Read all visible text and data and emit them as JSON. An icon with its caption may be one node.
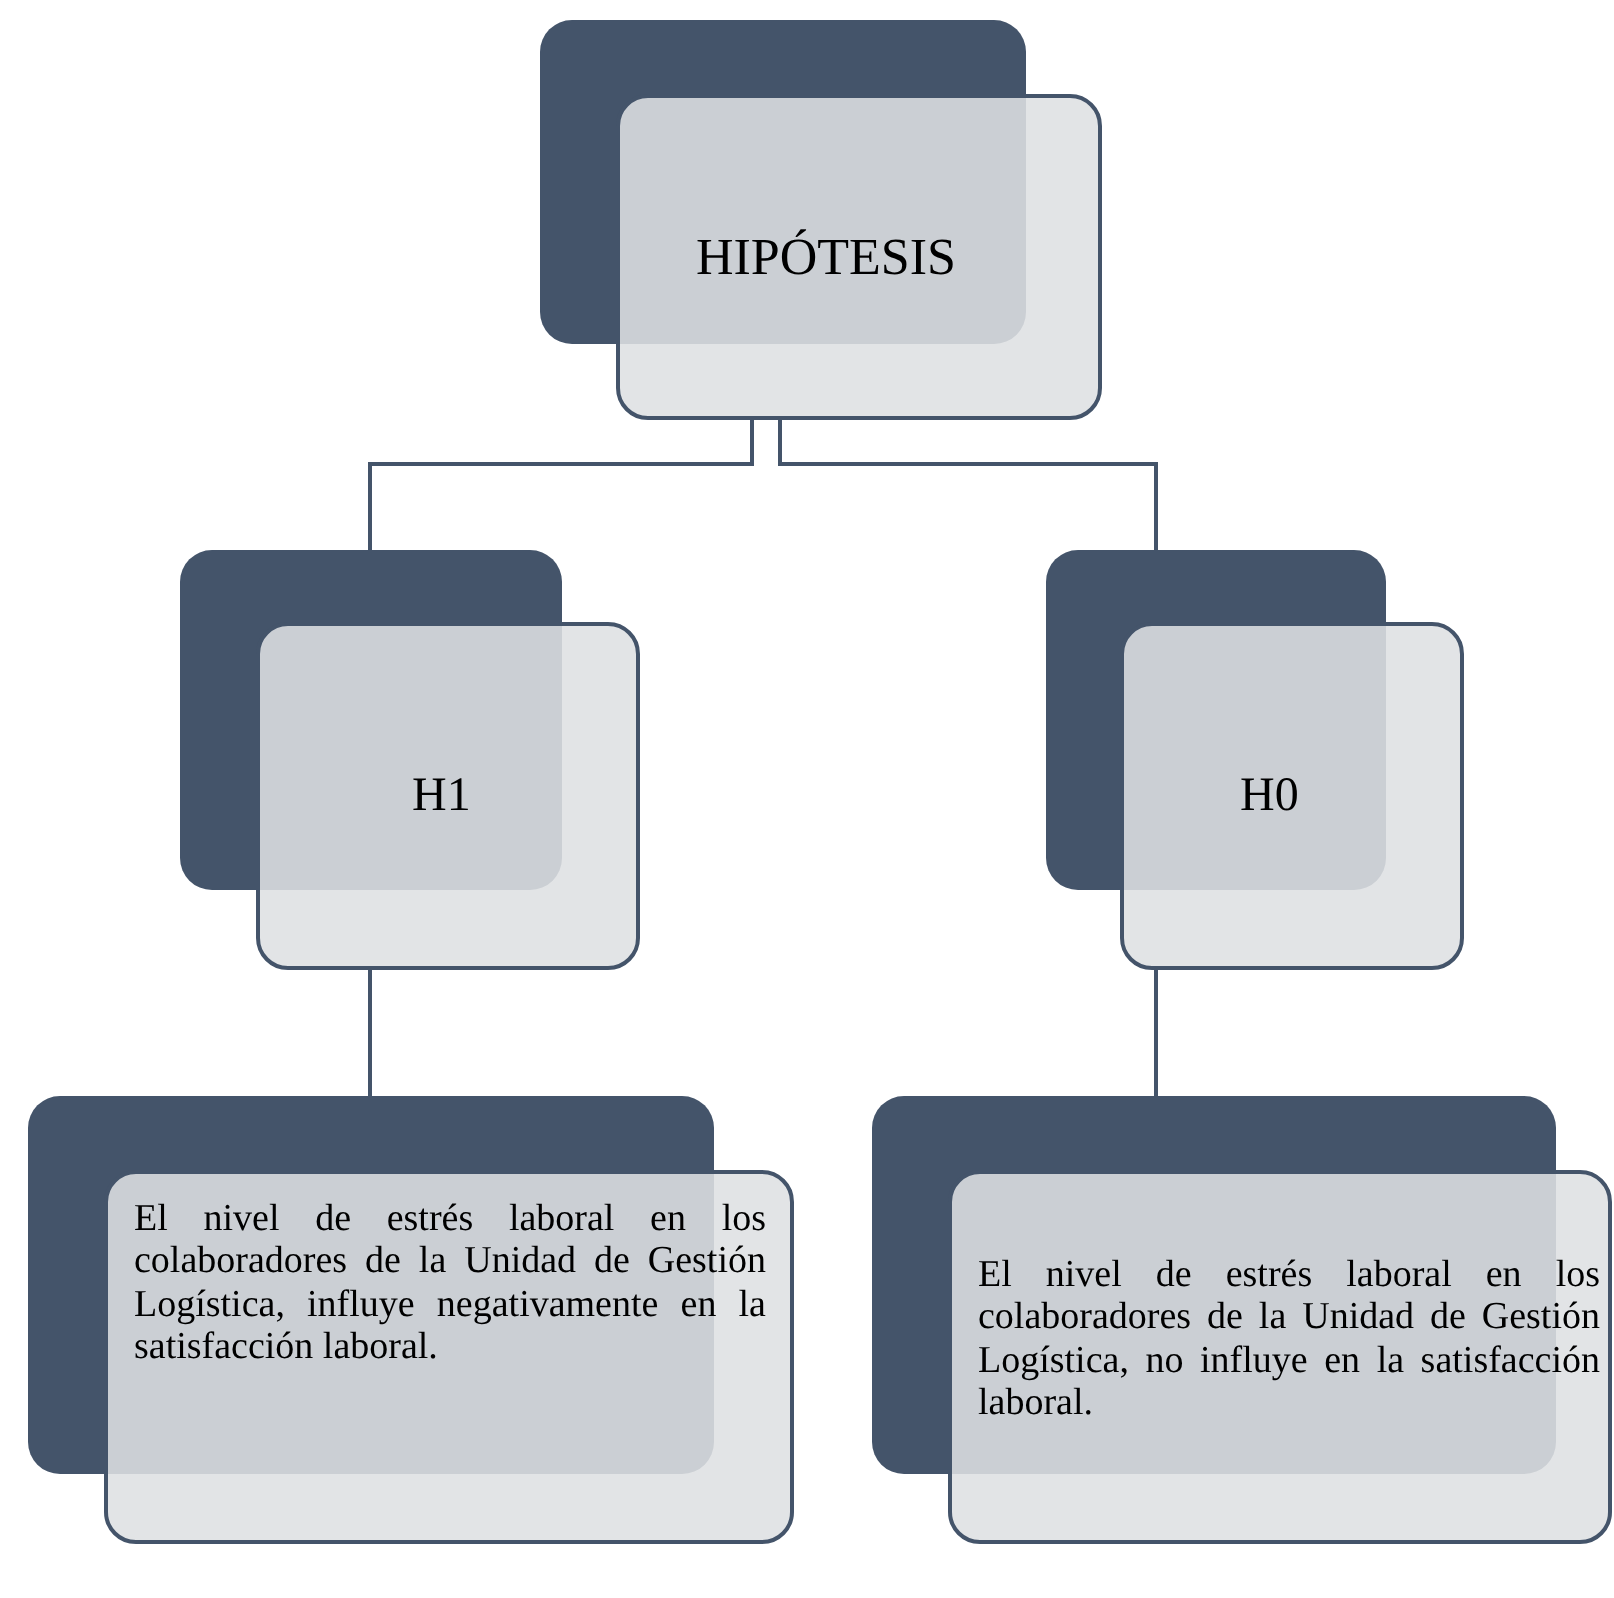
{
  "diagram": {
    "nodes": [
      {
        "text": [
          "HIPÓTESIS"
        ]
      },
      {
        "text": [
          "H1"
        ]
      },
      {
        "text": [
          "H0"
        ]
      },
      {
        "text": [
          "El nivel de estrés laboral en los colaboradores de la Unidad de Gestión Logística, influye negativamente en la satisfacción laboral."
        ]
      },
      {
        "text": [
          "El nivel de estrés laboral en los colaboradores de la Unidad de Gestión Logística, no influye en la satisfacción laboral."
        ]
      }
    ],
    "edges": [
      {
        "from": 0,
        "to": 1,
        "arrow": "none"
      },
      {
        "from": 0,
        "to": 2,
        "arrow": "none"
      },
      {
        "from": 1,
        "to": 3,
        "arrow": "none"
      },
      {
        "from": 2,
        "to": 4,
        "arrow": "none"
      }
    ]
  }
}
